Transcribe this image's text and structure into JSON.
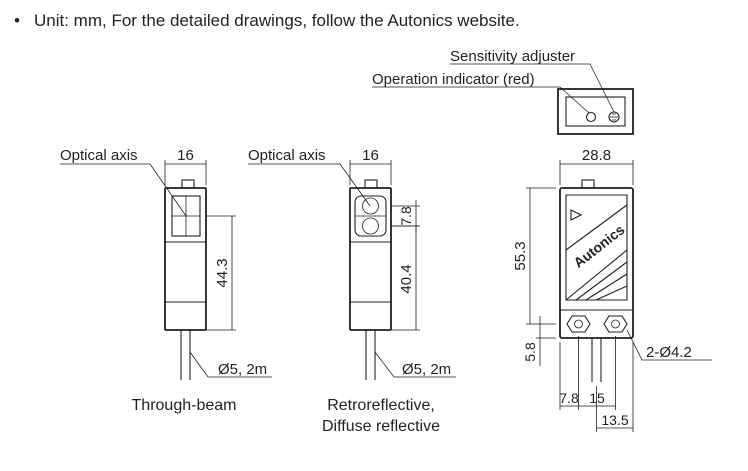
{
  "header": {
    "bullet": "•",
    "note": "Unit: mm, For the detailed drawings, follow the Autonics website."
  },
  "labels": {
    "sensitivity_adjuster": "Sensitivity adjuster",
    "operation_indicator": "Operation indicator (red)",
    "optical_axis": "Optical axis",
    "brand_logo": "Autonics"
  },
  "through_beam": {
    "caption": "Through-beam",
    "dim_width": "16",
    "dim_height": "44.3",
    "cable": "Ø5, 2m"
  },
  "retro_diffuse": {
    "caption_line1": "Retroreflective,",
    "caption_line2": "Diffuse reflective",
    "dim_width": "16",
    "dim_lens": "7.8",
    "dim_height": "40.4",
    "cable": "Ø5, 2m"
  },
  "side_view": {
    "dim_width": "28.8",
    "dim_height": "55.3",
    "dim_mount": "5.8",
    "holes": "2-Ø4.2",
    "dim_x1": "7.8",
    "dim_x2": "15",
    "dim_x3": "13.5"
  }
}
